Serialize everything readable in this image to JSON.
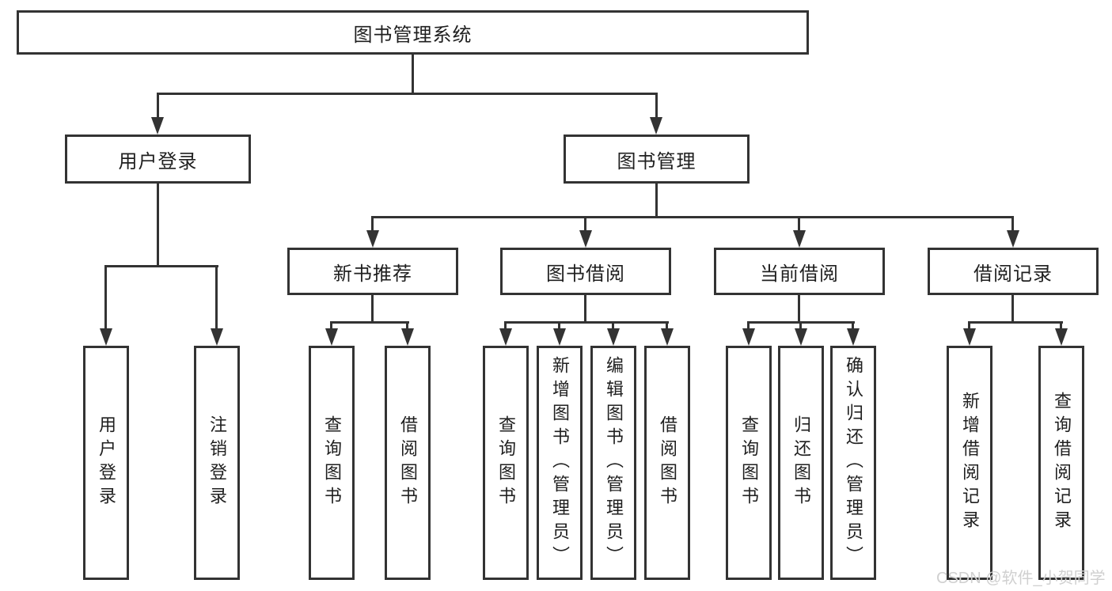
{
  "colors": {
    "line": "#333333",
    "border": "#333333",
    "text": "#1f1f1f",
    "watermark": "#d0d0d0",
    "background": "#ffffff"
  },
  "watermark": {
    "text": "CSDN @软件_小贺同学"
  },
  "tree": {
    "root": {
      "label": "图书管理系统"
    },
    "children": [
      {
        "label": "用户登录",
        "children": [
          {
            "label": "用户登录"
          },
          {
            "label": "注销登录"
          }
        ]
      },
      {
        "label": "图书管理",
        "children": [
          {
            "label": "新书推荐",
            "children": [
              {
                "label": "查询图书"
              },
              {
                "label": "借阅图书"
              }
            ]
          },
          {
            "label": "图书借阅",
            "children": [
              {
                "label": "查询图书"
              },
              {
                "label": "新增图书（管理员）"
              },
              {
                "label": "编辑图书（管理员）"
              },
              {
                "label": "借阅图书"
              }
            ]
          },
          {
            "label": "当前借阅",
            "children": [
              {
                "label": "查询图书"
              },
              {
                "label": "归还图书"
              },
              {
                "label": "确认归还（管理员）"
              }
            ]
          },
          {
            "label": "借阅记录",
            "children": [
              {
                "label": "新增借阅记录"
              },
              {
                "label": "查询借阅记录"
              }
            ]
          }
        ]
      }
    ]
  }
}
